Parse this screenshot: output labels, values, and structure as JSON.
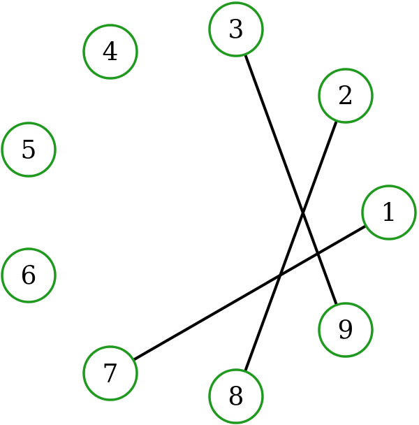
{
  "colors": {
    "node_stroke": "#1f9a1f",
    "edge": "#000000",
    "label": "#000000"
  },
  "nodes": [
    {
      "id": "1",
      "label": "1"
    },
    {
      "id": "2",
      "label": "2"
    },
    {
      "id": "3",
      "label": "3"
    },
    {
      "id": "4",
      "label": "4"
    },
    {
      "id": "5",
      "label": "5"
    },
    {
      "id": "6",
      "label": "6"
    },
    {
      "id": "7",
      "label": "7"
    },
    {
      "id": "8",
      "label": "8"
    },
    {
      "id": "9",
      "label": "9"
    }
  ],
  "edges": [
    {
      "from": "1",
      "to": "7"
    },
    {
      "from": "2",
      "to": "8"
    },
    {
      "from": "3",
      "to": "9"
    }
  ]
}
